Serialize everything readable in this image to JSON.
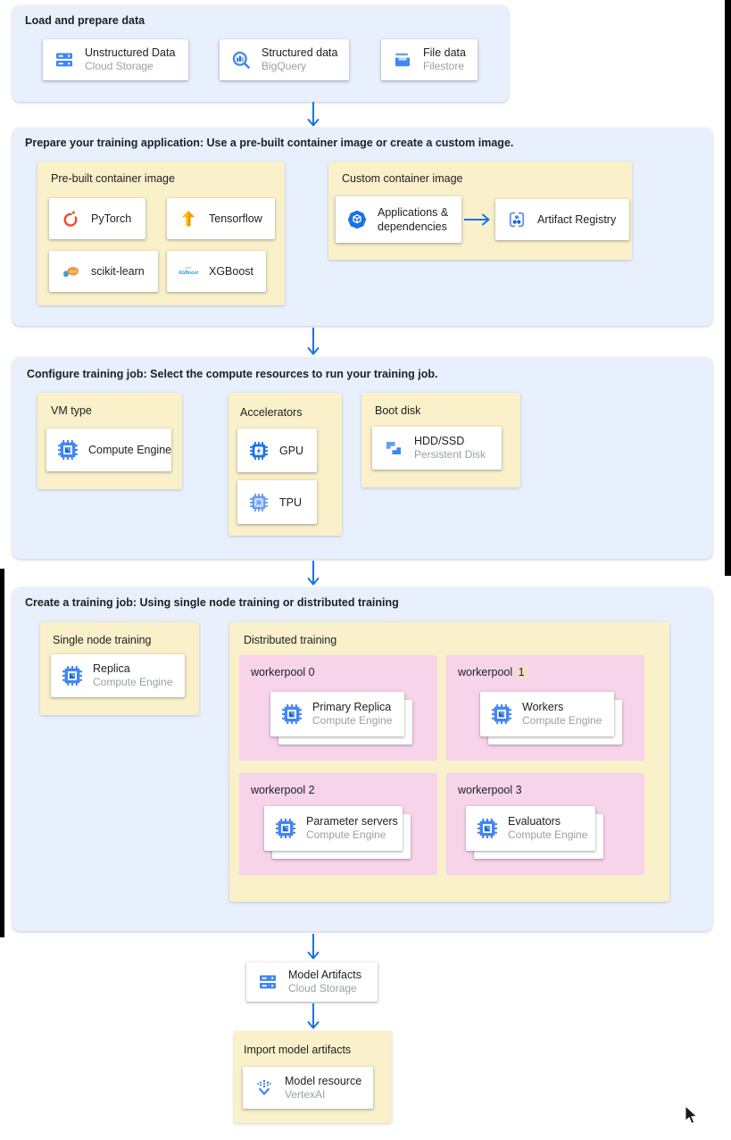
{
  "colors": {
    "section_bg": "#E8F0FE",
    "panel_bg": "#FAF0C9",
    "workerpool_bg": "#F7D4EA",
    "highlight_bg": "#F8DEC3",
    "arrow": "#1B73E8",
    "card_title": "#202124",
    "card_subtitle": "#9AA0A6",
    "google_blue": "#4285F4",
    "edge_artifact": "#000000"
  },
  "sections": {
    "load": {
      "title": "Load and prepare data",
      "cards": [
        {
          "title": "Unstructured Data",
          "subtitle": "Cloud Storage",
          "icon": "cloud-storage-icon"
        },
        {
          "title": "Structured data",
          "subtitle": "BigQuery",
          "icon": "bigquery-icon"
        },
        {
          "title": "File data",
          "subtitle": "Filestore",
          "icon": "filestore-icon"
        }
      ]
    },
    "prepare": {
      "title": "Prepare your training application: Use a pre-built container image or create a custom image.",
      "prebuilt": {
        "label": "Pre-built container image",
        "cards": [
          {
            "title": "PyTorch",
            "icon": "pytorch-icon"
          },
          {
            "title": "Tensorflow",
            "icon": "tensorflow-icon"
          },
          {
            "title": "scikit-learn",
            "icon": "scikit-learn-icon"
          },
          {
            "title": "XGBoost",
            "icon": "xgboost-icon"
          }
        ]
      },
      "custom": {
        "label": "Custom container image",
        "app_card": {
          "title": "Applications & dependencies",
          "icon": "applications-dependencies-icon"
        },
        "registry_card": {
          "title": "Artifact Registry",
          "icon": "artifact-registry-icon"
        }
      }
    },
    "configure": {
      "title": "Configure training job: Select the compute resources to run your training job.",
      "vm": {
        "label": "VM type",
        "card": {
          "title": "Compute Engine",
          "icon": "compute-engine-icon"
        }
      },
      "accelerators": {
        "label": "Accelerators",
        "cards": [
          {
            "title": "GPU",
            "icon": "gpu-icon"
          },
          {
            "title": "TPU",
            "icon": "tpu-icon"
          }
        ]
      },
      "boot": {
        "label": "Boot disk",
        "card": {
          "title": "HDD/SSD",
          "subtitle": "Persistent Disk",
          "icon": "persistent-disk-icon"
        }
      }
    },
    "create": {
      "title": "Create a training job: Using single node training or distributed training",
      "single": {
        "label": "Single node training",
        "card": {
          "title": "Replica",
          "subtitle": "Compute Engine",
          "icon": "compute-engine-icon"
        }
      },
      "distributed": {
        "label": "Distributed training",
        "pools": [
          {
            "prefix": "workerpool",
            "num": "0",
            "card": {
              "title": "Primary Replica",
              "subtitle": "Compute Engine",
              "icon": "compute-engine-icon"
            }
          },
          {
            "prefix": "workerpool",
            "num": "1",
            "card": {
              "title": "Workers",
              "subtitle": "Compute Engine",
              "icon": "compute-engine-icon"
            }
          },
          {
            "prefix": "workerpool",
            "num": "2",
            "card": {
              "title": "Parameter servers",
              "subtitle": "Compute Engine",
              "icon": "compute-engine-icon"
            }
          },
          {
            "prefix": "workerpool",
            "num": "3",
            "card": {
              "title": "Evaluators",
              "subtitle": "Compute Engine",
              "icon": "compute-engine-icon"
            }
          }
        ]
      }
    },
    "model_artifacts": {
      "card": {
        "title": "Model Artifacts",
        "subtitle": "Cloud Storage",
        "icon": "cloud-storage-icon"
      }
    },
    "import": {
      "label": "Import model artifacts",
      "card": {
        "title": "Model resource",
        "subtitle": "VertexAI",
        "icon": "vertex-ai-icon"
      }
    }
  }
}
